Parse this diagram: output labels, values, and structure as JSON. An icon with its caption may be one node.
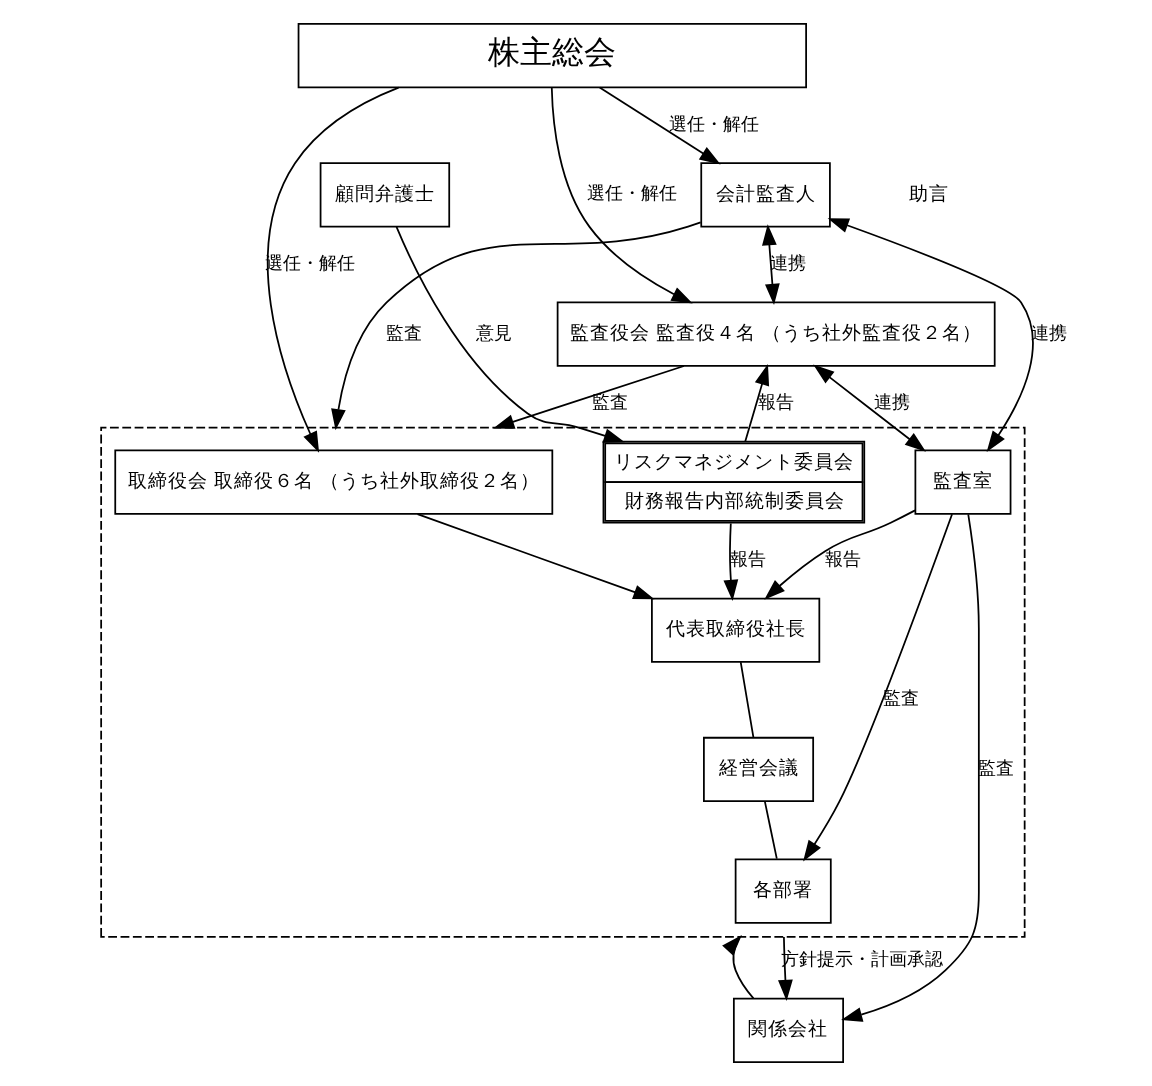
{
  "diagram": {
    "nodes": [
      {
        "text": [
          "株主総会"
        ]
      },
      {
        "text": [
          "会計監査人"
        ]
      },
      {
        "text": [
          "顧問弁護士"
        ]
      },
      {
        "text": [
          "監査役会 監査役４名 （うち社外監査役２名）"
        ]
      },
      {
        "text": [],
        "shape": "box"
      },
      {
        "text": [
          "取締役会 取締役６名 （うち社外取締役２名）"
        ],
        "in": 4
      },
      {
        "text": [
          "監査室"
        ],
        "in": 4
      },
      {
        "text": [
          "代表取締役社長"
        ],
        "in": 4
      },
      {
        "text": [
          "リスクマネジメント委員会",
          "財務報告内部統制委員会"
        ],
        "in": 4
      },
      {
        "text": [
          "経営会議"
        ],
        "in": 4
      },
      {
        "text": [
          "各部署"
        ],
        "in": 4
      },
      {
        "text": [
          "関係会社"
        ]
      }
    ],
    "edges": [
      {
        "from": 0,
        "to": 1,
        "arrow": "to",
        "label": "選任・解任"
      },
      {
        "from": 0,
        "to": 3,
        "arrow": "to",
        "label": "選任・解任"
      },
      {
        "from": 0,
        "to": 5,
        "arrow": "to",
        "label": "選任・解任"
      },
      {
        "from": 1,
        "to": 3,
        "arrow": "both",
        "label": "連携"
      },
      {
        "from": 8,
        "to": 3,
        "arrow": "to",
        "label": "報告"
      },
      {
        "from": 3,
        "to": 4,
        "arrow": "to",
        "label": "監査"
      },
      {
        "from": 3,
        "to": 6,
        "arrow": "both",
        "label": "連携"
      },
      {
        "from": 5,
        "to": 7,
        "arrow": "to"
      },
      {
        "from": 1,
        "to": 6,
        "arrow": "both",
        "label": "連携"
      },
      {
        "from": 6,
        "to": 7,
        "arrow": "to",
        "label": "報告"
      },
      {
        "from": 8,
        "to": 7,
        "arrow": "to",
        "label": "報告"
      },
      {
        "from": 2,
        "to": 8,
        "arrow": "to",
        "label": "意見"
      },
      {
        "from": 1,
        "to": 4,
        "arrow": "to",
        "label": "監査"
      },
      {
        "from": 7,
        "to": 9,
        "arrow": "none"
      },
      {
        "from": 9,
        "to": 10,
        "arrow": "none"
      },
      {
        "from": 6,
        "to": 10,
        "arrow": "to",
        "label": "監査"
      },
      {
        "from": 6,
        "to": 11,
        "arrow": "to",
        "label": "監査"
      },
      {
        "from": 11,
        "to": 4,
        "arrow": "to"
      },
      {
        "from": 4,
        "to": 11,
        "arrow": "to",
        "label": "方針提示・計画承認"
      }
    ],
    "labels": [
      "助言"
    ]
  }
}
